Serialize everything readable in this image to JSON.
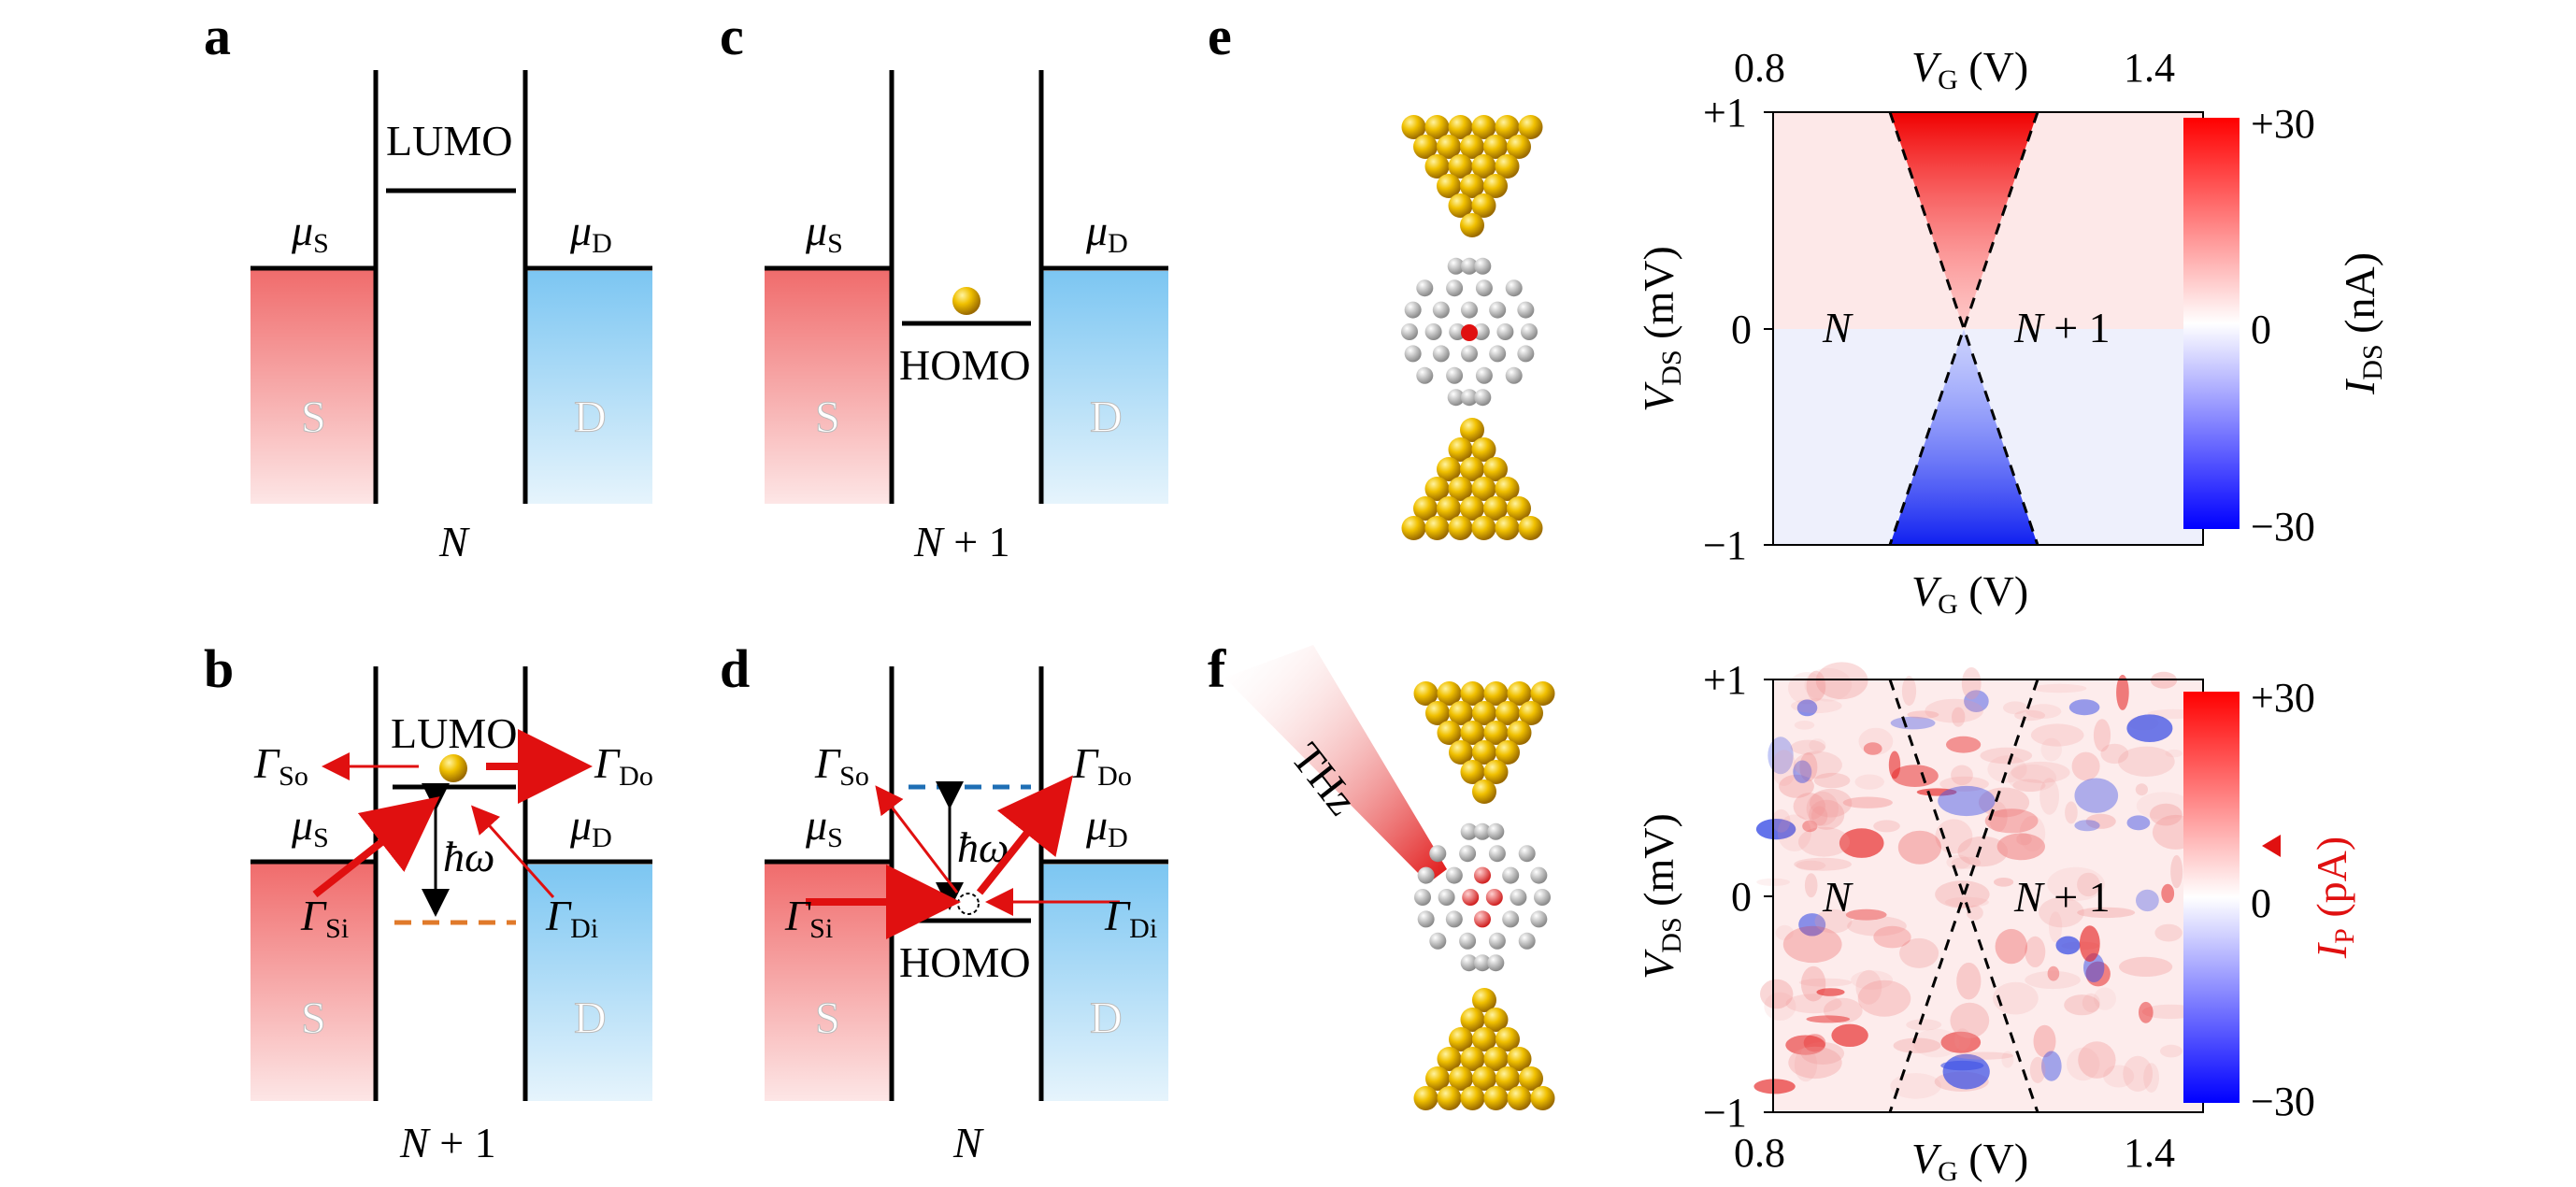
{
  "panels": {
    "a": {
      "letter": "a",
      "lumo": "LUMO",
      "mu_s": "μ",
      "mu_s_sub": "S",
      "mu_d": "μ",
      "mu_d_sub": "D",
      "s": "S",
      "d": "D",
      "state": "N"
    },
    "b": {
      "letter": "b",
      "lumo": "LUMO",
      "mu_s": "μ",
      "mu_s_sub": "S",
      "mu_d": "μ",
      "mu_d_sub": "D",
      "s": "S",
      "d": "D",
      "state": "N + 1",
      "gamma_so": "Γ",
      "gamma_so_sub": "So",
      "gamma_do": "Γ",
      "gamma_do_sub": "Do",
      "gamma_si": "Γ",
      "gamma_si_sub": "Si",
      "gamma_di": "Γ",
      "gamma_di_sub": "Di",
      "hw": "ħω"
    },
    "c": {
      "letter": "c",
      "homo": "HOMO",
      "mu_s": "μ",
      "mu_s_sub": "S",
      "mu_d": "μ",
      "mu_d_sub": "D",
      "s": "S",
      "d": "D",
      "state": "N + 1"
    },
    "d": {
      "letter": "d",
      "homo": "HOMO",
      "mu_s": "μ",
      "mu_s_sub": "S",
      "mu_d": "μ",
      "mu_d_sub": "D",
      "s": "S",
      "d": "D",
      "state": "N",
      "gamma_so": "Γ",
      "gamma_so_sub": "So",
      "gamma_do": "Γ",
      "gamma_do_sub": "Do",
      "gamma_si": "Γ",
      "gamma_si_sub": "Si",
      "gamma_di": "Γ",
      "gamma_di_sub": "Di",
      "hw": "ħω"
    },
    "e": {
      "letter": "e"
    },
    "f": {
      "letter": "f",
      "thz": "THz"
    }
  },
  "maps": {
    "top": {
      "x_label": "V",
      "x_label_sub": "G",
      "x_unit": " (V)",
      "x_min": "0.8",
      "x_max": "1.4",
      "y_label": "V",
      "y_label_sub": "DS",
      "y_unit": " (mV)",
      "y_max": "+1",
      "y_zero": "0",
      "y_min": "−1",
      "region_left": "N",
      "region_right": "N + 1",
      "cbar_max": "+30",
      "cbar_zero": "0",
      "cbar_min": "−30",
      "cbar_label": "I",
      "cbar_label_sub": "DS",
      "cbar_unit": " (nA)"
    },
    "bottom": {
      "x_label": "V",
      "x_label_sub": "G",
      "x_unit": " (V)",
      "x_min": "0.8",
      "x_max": "1.4",
      "y_label": "V",
      "y_label_sub": "DS",
      "y_unit": " (mV)",
      "y_max": "+1",
      "y_zero": "0",
      "y_min": "−1",
      "region_left": "N",
      "region_right": "N + 1",
      "cbar_max": "+30",
      "cbar_zero": "0",
      "cbar_min": "−30",
      "cbar_label": "I",
      "cbar_label_sub": "P",
      "cbar_unit": " (pA)"
    }
  },
  "colors": {
    "source": "#f06b6b",
    "drain": "#7cc6f2",
    "gold": "#e8b80c",
    "arrow": "#e01010",
    "dash_blue": "#1f6fb5",
    "dash_orange": "#e07a2a"
  }
}
